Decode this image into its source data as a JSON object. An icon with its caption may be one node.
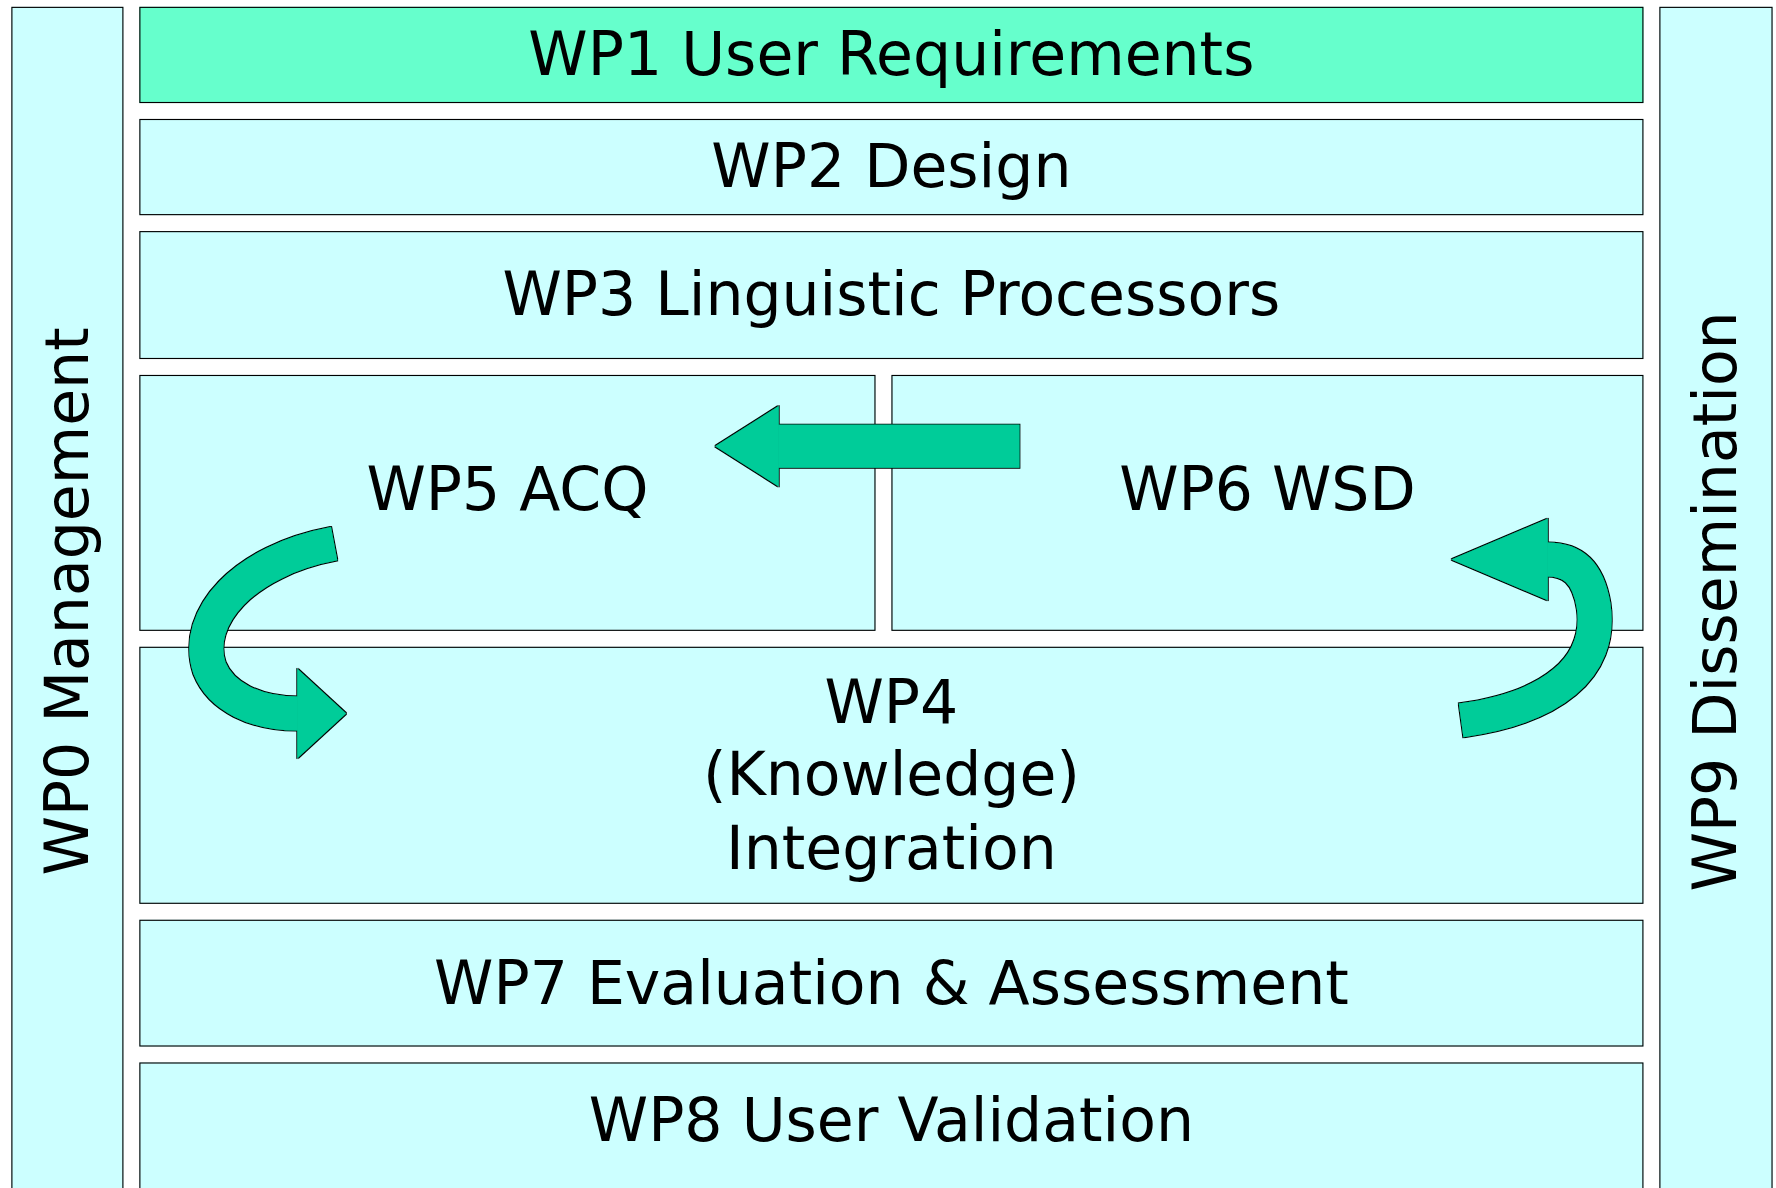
{
  "diagram": {
    "nodes": [
      {
        "text": [
          "WP0 Management"
        ]
      },
      {
        "text": [
          "WP1 User Requirements"
        ]
      },
      {
        "text": [
          "WP2 Design"
        ]
      },
      {
        "text": [
          "WP3 Linguistic Processors"
        ]
      },
      {
        "text": [
          "WP5 ACQ"
        ]
      },
      {
        "text": [
          "WP6 WSD"
        ]
      },
      {
        "text": [
          "WP4 (Knowledge) Integration"
        ]
      },
      {
        "text": [
          "WP7 Evaluation & Assessment"
        ]
      },
      {
        "text": [
          "WP8 User Validation"
        ]
      },
      {
        "text": [
          "WP9 Dissemination"
        ]
      }
    ],
    "edges": [
      {
        "from": 5,
        "to": 4,
        "arrow": "to"
      },
      {
        "from": 4,
        "to": 6,
        "arrow": "to"
      },
      {
        "from": 6,
        "to": 5,
        "arrow": "to"
      }
    ]
  }
}
